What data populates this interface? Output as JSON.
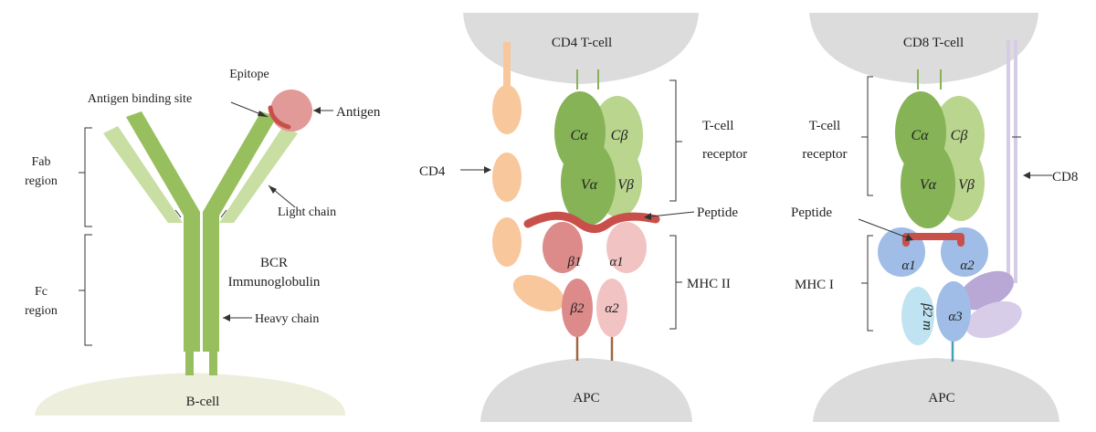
{
  "panel_bcell": {
    "cell_label": "B-cell",
    "antigen_binding_site": "Antigen binding site",
    "epitope": "Epitope",
    "antigen": "Antigen",
    "fab_line1": "Fab",
    "fab_line2": "region",
    "fc_line1": "Fc",
    "fc_line2": "region",
    "light_chain": "Light chain",
    "bcr_line1": "BCR",
    "bcr_line2": "Immunoglobulin",
    "heavy_chain": "Heavy chain"
  },
  "panel_cd4": {
    "cell_label": "CD4 T-cell",
    "apc_label": "APC",
    "cd4_label": "CD4",
    "tcr_line1": "T-cell",
    "tcr_line2": "receptor",
    "peptide": "Peptide",
    "mhc": "MHC II",
    "c_alpha": "Cα",
    "c_beta": "Cβ",
    "v_alpha": "Vα",
    "v_beta": "Vβ",
    "beta1": "β1",
    "alpha1": "α1",
    "beta2": "β2",
    "alpha2": "α2"
  },
  "panel_cd8": {
    "cell_label": "CD8 T-cell",
    "apc_label": "APC",
    "cd8_label": "CD8",
    "tcr_line1": "T-cell",
    "tcr_line2": "receptor",
    "peptide": "Peptide",
    "mhc": "MHC I",
    "c_alpha": "Cα",
    "c_beta": "Cβ",
    "v_alpha": "Vα",
    "v_beta": "Vβ",
    "alpha1": "α1",
    "alpha2": "α2",
    "alpha3": "α3",
    "b2m": "β2 m"
  },
  "colors": {
    "cell_gray": "#dcdcdc",
    "bcell_base": "#eeeedd",
    "heavy_chain_green": "#98bf5e",
    "light_chain_green": "#c9dea3",
    "tcr_green_dark": "#86b356",
    "tcr_green_light": "#b9d58e",
    "peptide_red": "#c9504a",
    "antigen_pink": "#e29a98",
    "mhc2_beta": "#dc8a8a",
    "mhc2_alpha": "#f2c3c3",
    "cd4_orange": "#f8c79c",
    "mhc1_blue": "#9fbde6",
    "b2m_cyan": "#bfe3f0",
    "cd8_purple": "#b9a8d6",
    "stalk_brown": "#a0673f"
  }
}
